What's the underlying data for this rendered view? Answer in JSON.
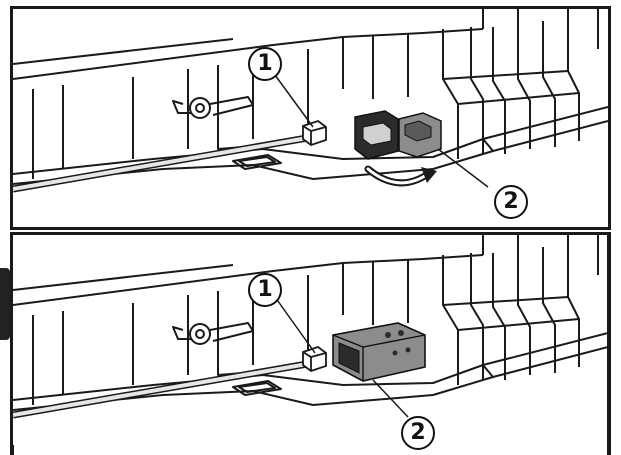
{
  "callouts": {
    "top_connector_cable": "1",
    "top_connector_housing": "2",
    "bottom_connector_cable": "1",
    "bottom_connector_housing": "2"
  },
  "colors": {
    "line": "#1a1a1a",
    "connector_fill": "#8c8c8c",
    "connector_dark": "#2b2b2b",
    "cable_fill": "#e6e6e6"
  },
  "icons": [
    "rotate-arrow-icon",
    "connector-plug-icon",
    "connector-housing-icon"
  ]
}
